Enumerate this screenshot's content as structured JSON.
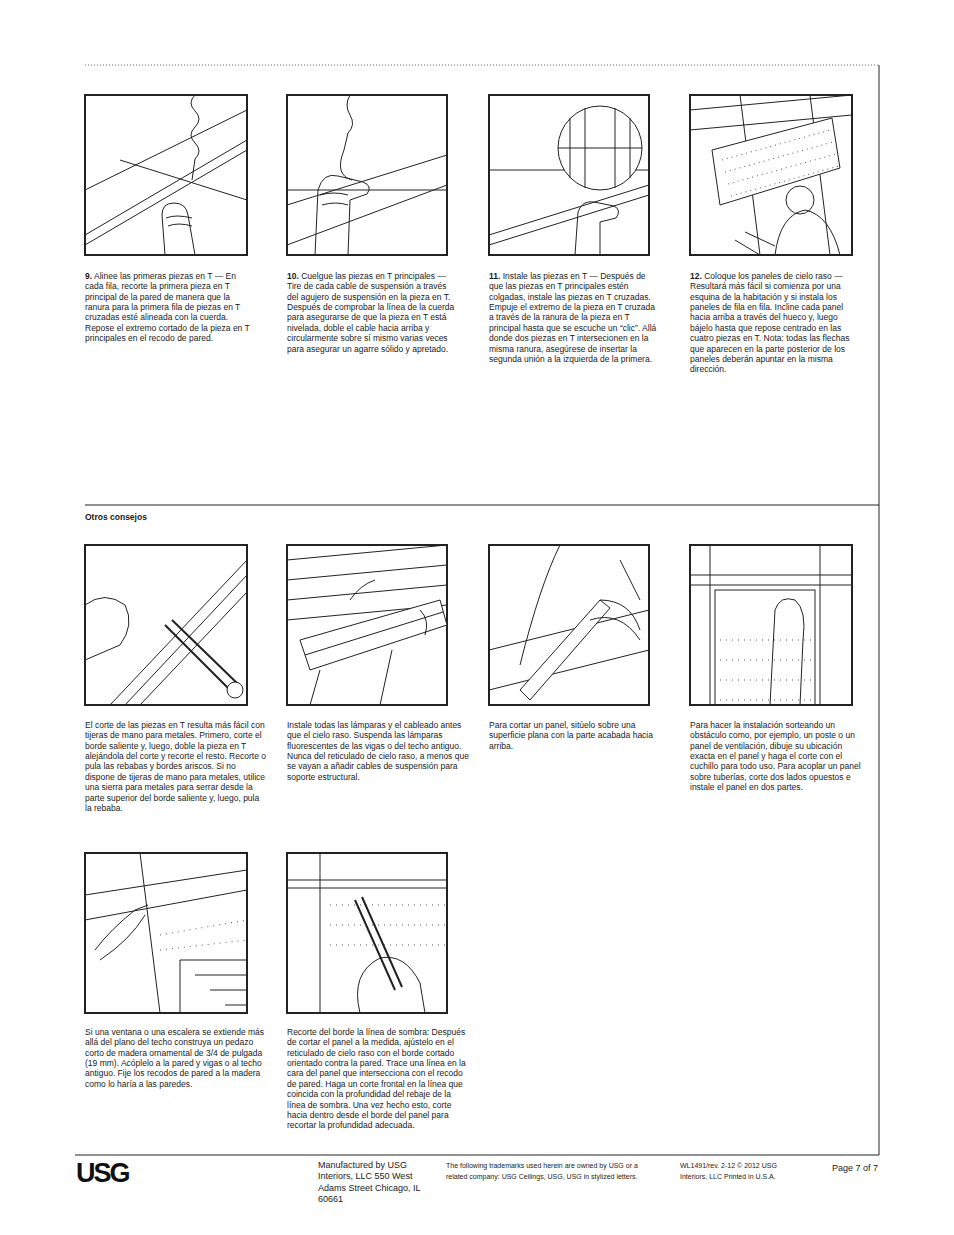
{
  "diagram": {
    "labels": [
      "9.",
      "Alinee las primeras piezas en T — En cada fila, recorte la primera pieza en T principal de la pared de manera que la ranura para la primera fila de piezas en T cruzadas esté alineada con la cuerda. Repose el extremo cortado de la pieza en T principales en el recodo de pared.",
      "10.",
      "Cuelgue las piezas en T principales — Tire de cada cable de suspensión a través del agujero de suspensión en la pieza en T. Después de comprobar la línea de la cuerda para asegurarse de que la pieza en T está nivelada, doble el cable hacia arriba y circularmente sobre sí mismo varias veces para asegurar un agarre sólido y apretado.",
      "11.",
      "Instale las piezas en T — Después de que las piezas en T principales estén colgadas, instale las piezas en T cruzadas. Empuje el extremo de la pieza en T cruzada a través de la ranura de la pieza en T principal hasta que se escuche un “clic”. Allá donde dos piezas en T intersecionen en la misma ranura, asegúrese de insertar la segunda unión a la izquierda de la primera.",
      "12.",
      "Coloque los paneles de cielo raso — Resultará más fácil si comienza por una esquina de la habitación y si instala los paneles de fila en fila. Incline cada panel hacia arriba a través del hueco y, luego bájelo hasta que repose centrado en las cuatro piezas en T. Nota: todas las flechas que aparecen en la parte posterior de los paneles deberán apuntar en la misma dirección.",
      "Otros consejos",
      "El corte de las piezas en T resulta más fácil con tijeras de mano para metales. Primero, corte el borde saliente y, luego, doble la pieza en T alejándola del corte y recorte el resto. Recorte o pula las rebabas y bordes ariscos. Si no dispone de tijeras de mano para metales, utilice una sierra para metales para serrar desde la parte superior del borde saliente y, luego, pula la rebaba.",
      "Instale todas las lámparas y el cableado antes que el cielo raso. Suspenda las lámparas fluorescentes de las vigas o del techo antiguo. Nunca del reticulado de cielo raso, a menos que se vayan a añadir cables de suspensión para soporte estructural.",
      "Para cortar un panel, sitúelo sobre una superficie plana con la parte acabada hacia arriba.",
      "Para hacer la instalación sorteando un obstáculo como, por ejemplo, un poste o un panel de ventilación, dibuje su ubicación exacta en el panel y haga el corte con el cuchillo para todo uso. Para acoplar un panel sobre tuberías, corte dos lados opuestos e instale el panel en dos partes.",
      "Si una ventana o una escalera se extiende más allá del plano del techo construya un pedazo corto de madera ornamental de 3/4 de pulgada (19 mm). Acóplelo a la pared y vigas o al techo antiguo. Fije los recodos de pared a la madera como lo haría a las paredes.",
      "Recorte del borde la línea de sombra: Después de cortar el panel a la medida, ajústelo en el reticulado de cielo raso con el borde cortado orientado contra la pared. Trace una línea en la cara del panel que intersecciona con el recodo de pared. Haga un corte frontal en la línea que coincida con la profundidad del rebaje de la línea de sombra. Una vez hecho esto, corte hacia dentro desde el borde del panel para recortar la profundidad adecuada.",
      "USG",
      "Manufactured by USG Interiors, LLC 550 West Adams Street Chicago, IL 60661",
      "The following trademarks used herein are owned by USG or a related company: USG Ceilings, USG, USG in stylized letters.",
      "WL1491/rev. 2-12 © 2012 USG Interiors, LLC Printed in U.S.A.",
      "Page 7 of 7"
    ]
  }
}
